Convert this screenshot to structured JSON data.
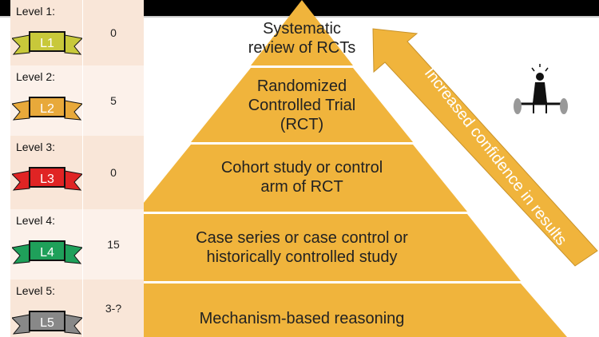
{
  "levels": [
    {
      "label": "Level 1:",
      "badge": "L1",
      "count": "0",
      "color": "#c8c83a"
    },
    {
      "label": "Level 2:",
      "badge": "L2",
      "count": "5",
      "color": "#e8a93a"
    },
    {
      "label": "Level 3:",
      "badge": "L3",
      "count": "0",
      "color": "#e02424"
    },
    {
      "label": "Level 4:",
      "badge": "L4",
      "count": "15",
      "color": "#1fa05a"
    },
    {
      "label": "Level 5:",
      "badge": "L5",
      "count": "3-?",
      "color": "#888888"
    }
  ],
  "pyramid": {
    "tiers": [
      {
        "line1": "Systematic",
        "line2": "review  of RCTs"
      },
      {
        "line1": "Randomized",
        "line2": "Controlled Trial",
        "line3": "(RCT)"
      },
      {
        "line1": "Cohort study or control",
        "line2": "arm of RCT"
      },
      {
        "line1": "Case series or case control or",
        "line2": "historically controlled study"
      },
      {
        "line1": "Mechanism-based reasoning"
      }
    ],
    "color": "#f0b43c"
  },
  "arrow": {
    "label": "Increased confidence in results"
  }
}
